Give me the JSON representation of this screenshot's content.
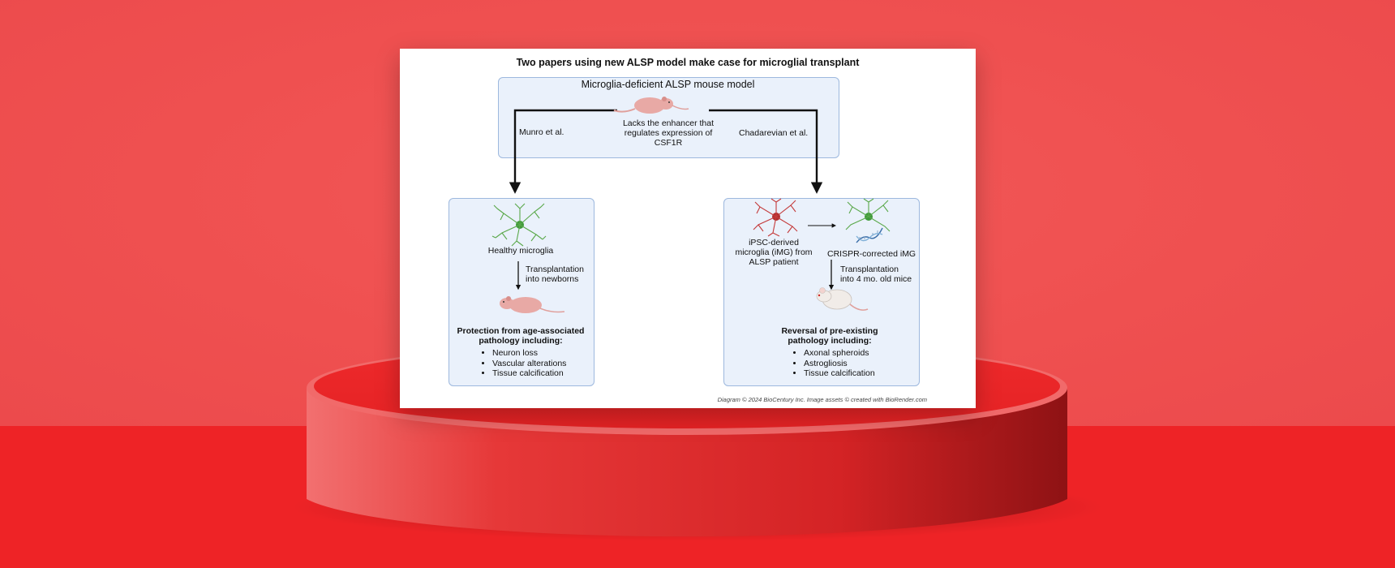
{
  "scene": {
    "background_color": "#ef5252",
    "floor_color": "#ee2426",
    "podium_color": "#e42a2c"
  },
  "diagram": {
    "title": "Two papers using new ALSP model make case for microglial transplant",
    "top_box": {
      "heading": "Microglia-deficient ALSP mouse model",
      "description": [
        "Lacks the enhancer that",
        "regulates expression of",
        "CSF1R"
      ],
      "left_label": "Munro et al.",
      "right_label": "Chadarevian et al.",
      "icon": "pink-mouse-icon"
    },
    "left_box": {
      "cell_label": "Healthy microglia",
      "transplant_label": [
        "Transplantation",
        "into newborns"
      ],
      "result_heading": [
        "Protection from age-associated",
        "pathology including:"
      ],
      "results": [
        "Neuron loss",
        "Vascular alterations",
        "Tissue calcification"
      ],
      "icons": [
        "green-microglia-icon",
        "pink-mouse-icon"
      ]
    },
    "right_box": {
      "source_label": [
        "iPSC-derived",
        "microglia (iMG) from",
        "ALSP patient"
      ],
      "corrected_label": "CRISPR-corrected iMG",
      "transplant_label": [
        "Transplantation",
        "into 4 mo. old mice"
      ],
      "result_heading": [
        "Reversal of pre-existing",
        "pathology including:"
      ],
      "results": [
        "Axonal spheroids",
        "Astrogliosis",
        "Tissue calcification"
      ],
      "icons": [
        "red-microglia-icon",
        "green-microglia-icon",
        "dna-icon",
        "white-mouse-icon"
      ]
    },
    "footer": "Diagram © 2024 BioCentury Inc. Image assets © created with BioRender.com",
    "colors": {
      "panel_fill": "#eaf1fb",
      "panel_border": "#9db8de",
      "healthy_microglia": "#5aa84a",
      "patient_microglia": "#c43a3a",
      "mouse_pink": "#e8a9a5"
    }
  }
}
